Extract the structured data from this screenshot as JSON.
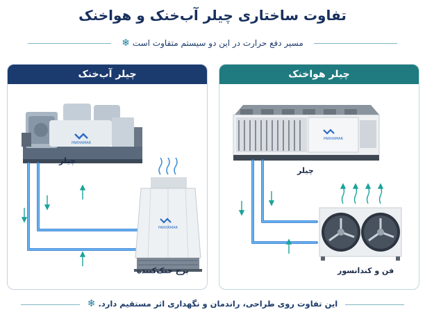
{
  "title": "تفاوت ساختاری چیلر آب‌خنک و هواخنک",
  "subtitle": "مسیر دفع حرارت در این  دو سیستم متفاوت است",
  "left_panel": {
    "header": "چیلر آب‌خنک",
    "chiller_label": "چیلر",
    "tower_label": "برج خنک‌کننده",
    "brand_text": "PARHAMAR"
  },
  "right_panel": {
    "header": "چیلر هواخنک",
    "chiller_label": "چیلر",
    "condenser_label": "فن و کندانسور",
    "brand_text": "PARHAMAR"
  },
  "footer": "این تفاوت روی طراحی، راندمان و نگهداری اثر مستقیم دارد.",
  "icons": [
    "snowflake-icon",
    "snowflake-icon",
    "snowflake-icon",
    "steam-icon",
    "heat-arrow-icon"
  ],
  "colors": {
    "navy": "#1b3a6e",
    "teal": "#1f7b80",
    "pipe": "#3a8fd8",
    "arrow": "#1aa39a"
  }
}
